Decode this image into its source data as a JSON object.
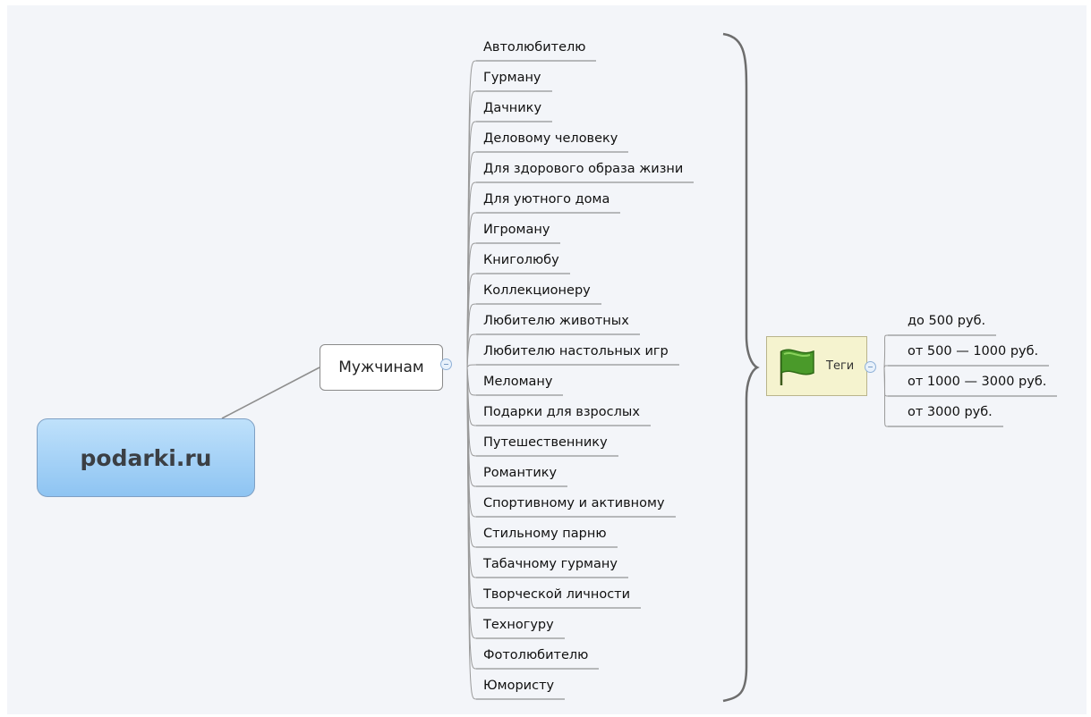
{
  "root": {
    "label": "podarki.ru"
  },
  "main_branch": {
    "label": "Мужчинам"
  },
  "subtopics": [
    "Автолюбителю",
    "Гурману",
    "Дачнику",
    "Деловому человеку",
    "Для здорового образа жизни",
    "Для уютного дома",
    "Игроману",
    "Книголюбу",
    "Коллекционеру",
    "Любителю животных",
    "Любителю настольных игр",
    "Меломану",
    "Подарки для взрослых",
    "Путешественнику",
    "Романтику",
    "Спортивному и активному",
    "Стильному парню",
    "Табачному гурману",
    "Творческой личности",
    "Техногуру",
    "Фотолюбителю",
    "Юмористу"
  ],
  "summary_node": {
    "label": "Теги",
    "icon": "green-flag-icon"
  },
  "price_tags": [
    "до 500 руб.",
    "от 500 — 1000 руб.",
    "от 1000 — 3000 руб.",
    "от 3000 руб."
  ]
}
